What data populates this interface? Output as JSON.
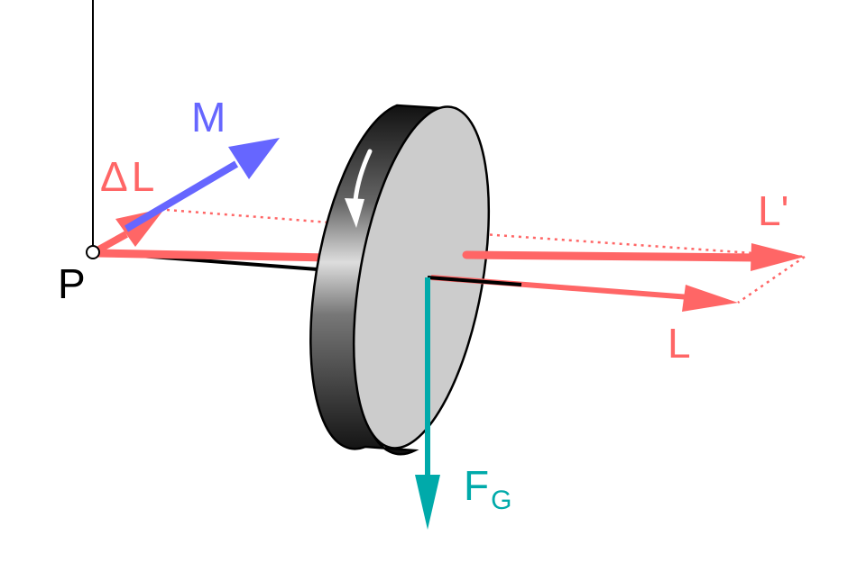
{
  "diagram": {
    "labels": {
      "pivot": "P",
      "torque": "M",
      "delta_L_symbol": "Δ",
      "delta_L_letter": "L",
      "L_prime": "L'",
      "L": "L",
      "force_main": "F",
      "force_sub": "G"
    },
    "colors": {
      "angular_momentum": "#ff6666",
      "torque": "#6666ff",
      "gravity": "#00aaaa",
      "disk_face": "#cccccc",
      "disk_edge_dark": "#1a1a1a",
      "outline": "#000000"
    }
  }
}
